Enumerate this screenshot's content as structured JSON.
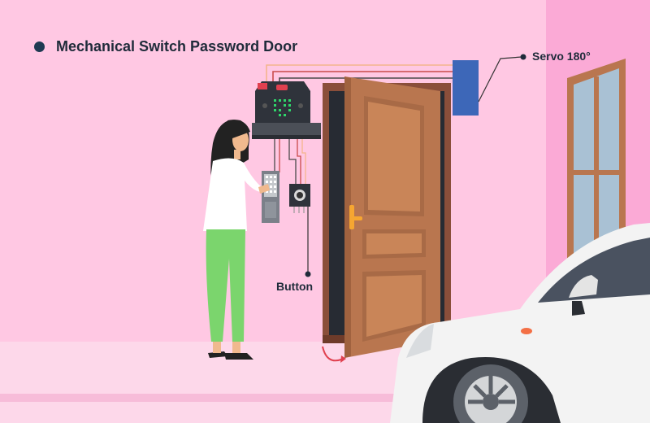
{
  "title": "Mechanical Switch Password Door",
  "labels": {
    "servo": "Servo 180°",
    "button": "Button"
  },
  "colors": {
    "wall": "#ffc8e3",
    "wall_right": "#fbaad6",
    "floor": "#fdd8ea",
    "door": "#b9764f",
    "door_frame": "#8a4e3a",
    "servo": "#3d67b8",
    "controller": "#383c44",
    "led_on": "#2fd46a",
    "pants": "#7bd56d",
    "car": "#f3f3f3"
  },
  "icons": [
    "bullet-dot",
    "microcontroller-board",
    "keypad-module",
    "button-module",
    "servo-motor",
    "door-handle",
    "rotation-arrow-icon"
  ]
}
